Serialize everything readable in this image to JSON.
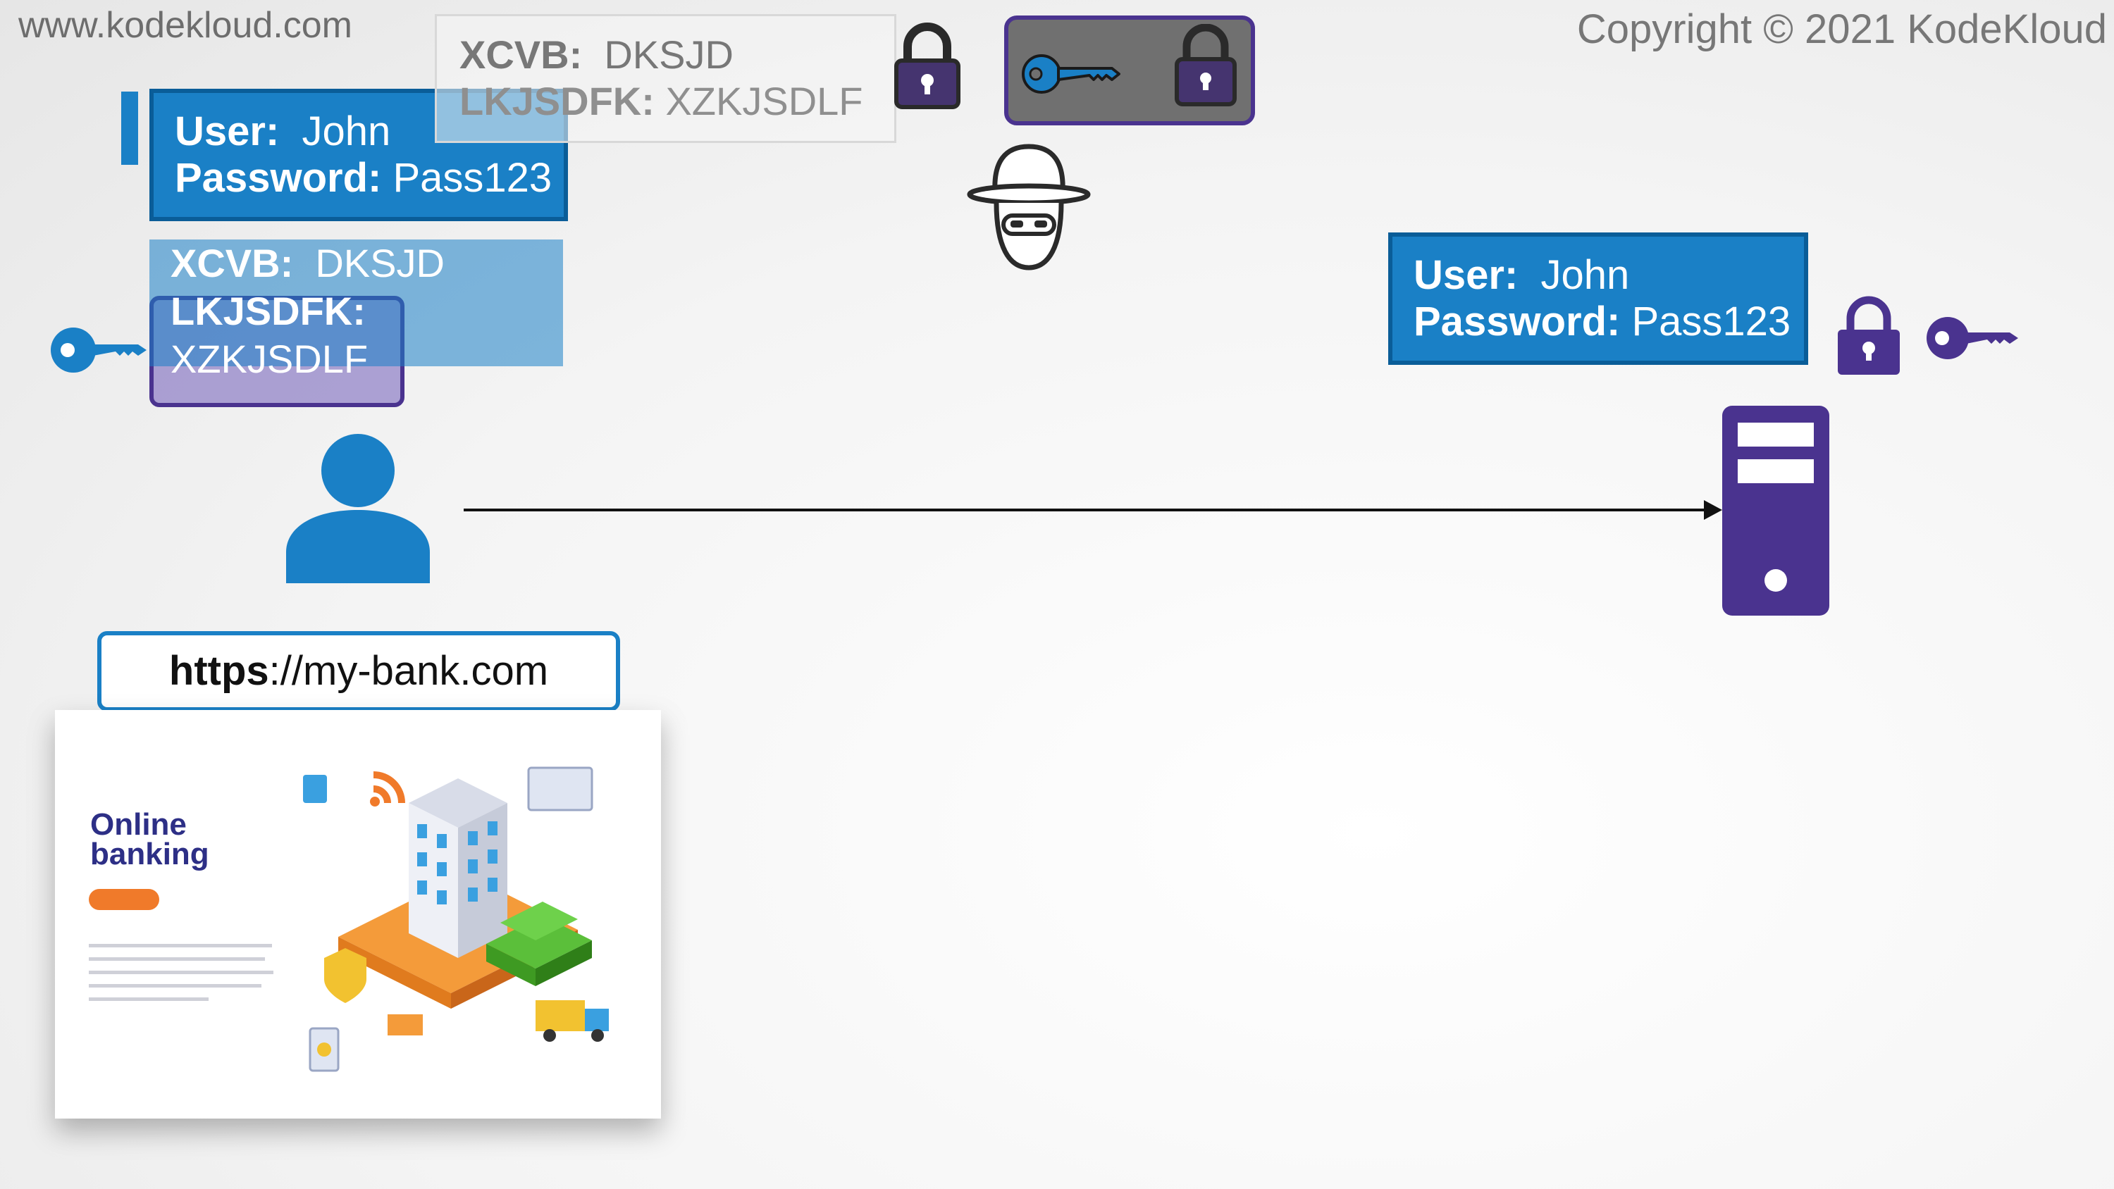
{
  "watermark": "www.kodekloud.com",
  "copyright": "Copyright © 2021 KodeKloud",
  "client_credentials": {
    "user_label": "User:",
    "user_value": "John",
    "password_label": "Password:",
    "password_value": "Pass123"
  },
  "intercepted_cipher": {
    "line1_label": "XCVB:",
    "line1_value": "DKSJD",
    "line2_label": "LKJSDFK:",
    "line2_value": "XZKJSDLF"
  },
  "client_cipher": {
    "line1_label": "XCVB:",
    "line1_value": "DKSJD",
    "line2_label": "LKJSDFK:",
    "line2_value": "XZKJSDLF"
  },
  "server_credentials": {
    "user_label": "User:",
    "user_value": "John",
    "password_label": "Password:",
    "password_value": "Pass123"
  },
  "url": {
    "scheme": "https",
    "rest": "://my-bank.com"
  },
  "bank_page": {
    "title_line1": "Online",
    "title_line2": "banking"
  },
  "icons": {
    "client_key": "key-icon",
    "attacker": "hacker-icon",
    "padlock": "padlock-icon",
    "server": "server-icon",
    "user": "user-icon"
  },
  "colors": {
    "blue": "#1a80c6",
    "violet": "#4a338f",
    "grey_pill": "#707070"
  }
}
